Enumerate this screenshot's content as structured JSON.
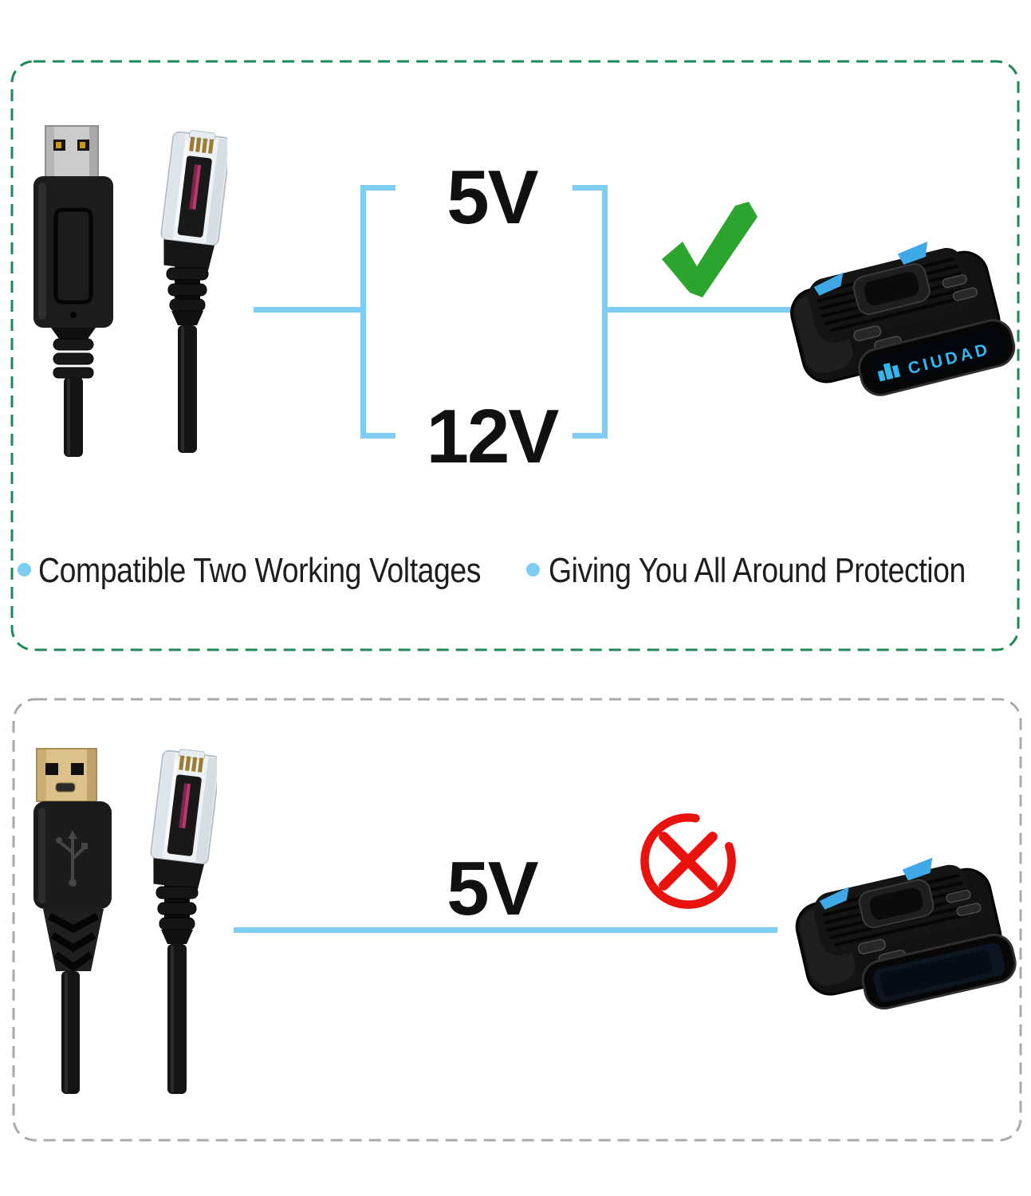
{
  "top_panel": {
    "voltage_top_label": "5V",
    "voltage_bottom_label": "12V",
    "result": "compatible",
    "bullets": [
      "Compatible Two Working Voltages",
      "Giving You All Around Protection"
    ],
    "device_display_text": "CIUDAD"
  },
  "bottom_panel": {
    "voltage_label": "5V",
    "result": "incompatible"
  },
  "colors": {
    "line_blue": "#7ecdf2",
    "bullet_blue": "#7ecdf2",
    "check_green": "#2ca52e",
    "cross_red": "#e8120e",
    "top_border_green": "#1e8a58",
    "bottom_border_gray": "#aaaaaa",
    "device_accent_blue": "#3fa9e8",
    "display_text_blue": "#31b8ef",
    "voltage_text_black": "#111111"
  },
  "icons": {
    "pass": "check-icon",
    "fail": "cross-circle-icon",
    "display_city": "city-buildings-icon"
  }
}
